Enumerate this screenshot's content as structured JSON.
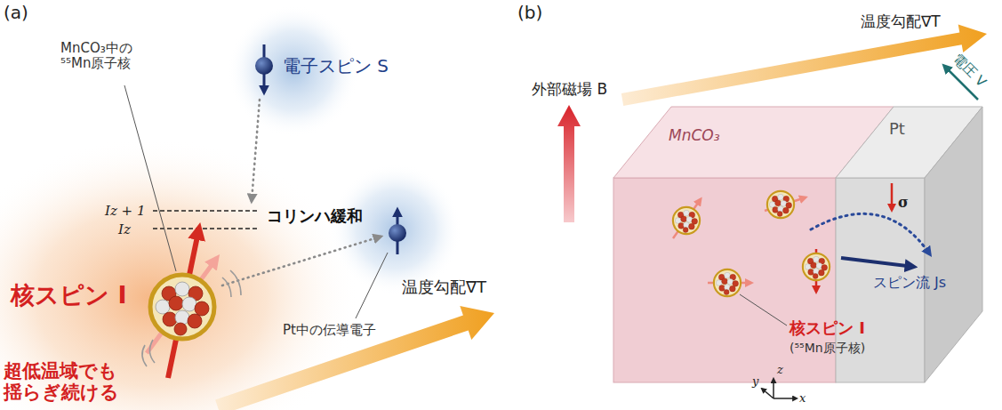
{
  "diagram": {
    "nodes": [
      {
        "text": [
          "MnCO₃"
        ]
      },
      {
        "text": [
          "Pt"
        ]
      }
    ],
    "labels": [
      "(a)",
      "MnCO₃中の ⁵⁵Mn原子核",
      "電子スピン S",
      "Iz + 1",
      "Iz",
      "コリンハ緩和",
      "核スピン I",
      "超低温域でも 揺らぎ続ける",
      "Pt中の伝導電子",
      "温度勾配∇T",
      "(b)",
      "温度勾配∇T",
      "外部磁場 B",
      "電圧 V",
      "σ",
      "スピン流 Js",
      "核スピン I",
      "(⁵⁵Mn原子核)",
      "x",
      "y",
      "z"
    ]
  }
}
